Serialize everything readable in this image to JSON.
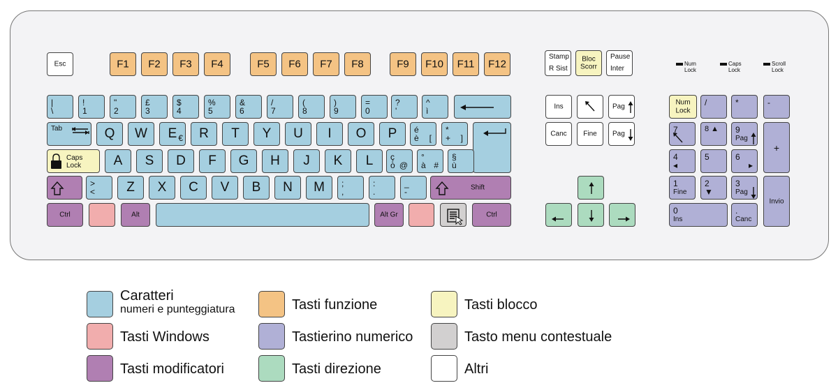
{
  "colors": {
    "char": "#a5cfe0",
    "func": "#f4c384",
    "lock": "#f7f4c0",
    "win": "#f1adad",
    "num": "#b0b0d6",
    "menu": "#d2d0d0",
    "mod": "#b07fb2",
    "dir": "#acdbbf",
    "other": "#ffffff",
    "body": "#f3f3f5"
  },
  "keyboard": {
    "keys": [
      {
        "id": "esc",
        "c": "other",
        "label": "Esc"
      },
      {
        "id": "f1",
        "c": "func",
        "label": "F1"
      },
      {
        "id": "f2",
        "c": "func",
        "label": "F2"
      },
      {
        "id": "f3",
        "c": "func",
        "label": "F3"
      },
      {
        "id": "f4",
        "c": "func",
        "label": "F4"
      },
      {
        "id": "f5",
        "c": "func",
        "label": "F5"
      },
      {
        "id": "f6",
        "c": "func",
        "label": "F6"
      },
      {
        "id": "f7",
        "c": "func",
        "label": "F7"
      },
      {
        "id": "f8",
        "c": "func",
        "label": "F8"
      },
      {
        "id": "f9",
        "c": "func",
        "label": "F9"
      },
      {
        "id": "f10",
        "c": "func",
        "label": "F10"
      },
      {
        "id": "f11",
        "c": "func",
        "label": "F11"
      },
      {
        "id": "f12",
        "c": "func",
        "label": "F12"
      },
      {
        "id": "stamp",
        "c": "other",
        "label": "",
        "sub": [
          {
            "t": "Stamp",
            "p": "tl"
          },
          {
            "t": "R Sist",
            "p": "bl"
          }
        ]
      },
      {
        "id": "bloc",
        "c": "lock",
        "label": "Bloc\nScorr"
      },
      {
        "id": "pause",
        "c": "other",
        "label": "",
        "sub": [
          {
            "t": "Pause",
            "p": "tl"
          },
          {
            "t": "Inter",
            "p": "bl"
          }
        ]
      },
      {
        "id": "bslash",
        "c": "char",
        "label": "",
        "sub": [
          {
            "t": "|",
            "p": "tl"
          },
          {
            "t": "\\",
            "p": "bl"
          }
        ]
      },
      {
        "id": "k1",
        "c": "char",
        "label": "",
        "sub": [
          {
            "t": "!",
            "p": "tl"
          },
          {
            "t": "1",
            "p": "bl"
          }
        ]
      },
      {
        "id": "k2",
        "c": "char",
        "label": "",
        "sub": [
          {
            "t": "\"",
            "p": "tl"
          },
          {
            "t": "2",
            "p": "bl"
          }
        ]
      },
      {
        "id": "k3",
        "c": "char",
        "label": "",
        "sub": [
          {
            "t": "£",
            "p": "tl"
          },
          {
            "t": "3",
            "p": "bl"
          }
        ]
      },
      {
        "id": "k4",
        "c": "char",
        "label": "",
        "sub": [
          {
            "t": "$",
            "p": "tl"
          },
          {
            "t": "4",
            "p": "bl"
          }
        ]
      },
      {
        "id": "k5",
        "c": "char",
        "label": "",
        "sub": [
          {
            "t": "%",
            "p": "tl"
          },
          {
            "t": "5",
            "p": "bl"
          }
        ]
      },
      {
        "id": "k6",
        "c": "char",
        "label": "",
        "sub": [
          {
            "t": "&",
            "p": "tl"
          },
          {
            "t": "6",
            "p": "bl"
          }
        ]
      },
      {
        "id": "k7",
        "c": "char",
        "label": "",
        "sub": [
          {
            "t": "/",
            "p": "tl"
          },
          {
            "t": "7",
            "p": "bl"
          }
        ]
      },
      {
        "id": "k8",
        "c": "char",
        "label": "",
        "sub": [
          {
            "t": "(",
            "p": "tl"
          },
          {
            "t": "8",
            "p": "bl"
          }
        ]
      },
      {
        "id": "k9",
        "c": "char",
        "label": "",
        "sub": [
          {
            "t": ")",
            "p": "tl"
          },
          {
            "t": "9",
            "p": "bl"
          }
        ]
      },
      {
        "id": "k0",
        "c": "char",
        "label": "",
        "sub": [
          {
            "t": "=",
            "p": "tl"
          },
          {
            "t": "0",
            "p": "bl"
          }
        ]
      },
      {
        "id": "kq",
        "c": "char",
        "label": "",
        "sub": [
          {
            "t": "?",
            "p": "tl"
          },
          {
            "t": "'",
            "p": "bl"
          }
        ]
      },
      {
        "id": "ki",
        "c": "char",
        "label": "",
        "sub": [
          {
            "t": "^",
            "p": "tl"
          },
          {
            "t": "ì",
            "p": "bl"
          }
        ]
      },
      {
        "id": "back",
        "c": "char",
        "label": "",
        "icon": "backspace-arrow-icon"
      },
      {
        "id": "tab",
        "c": "char",
        "label": "",
        "icon": "tab-arrows-icon",
        "sub": [
          {
            "t": "Tab",
            "p": "tl"
          }
        ]
      },
      {
        "id": "q",
        "c": "char",
        "label": "Q"
      },
      {
        "id": "w",
        "c": "char",
        "label": "W"
      },
      {
        "id": "e",
        "c": "char",
        "label": "E",
        "sub": [
          {
            "t": "€",
            "p": "br"
          }
        ]
      },
      {
        "id": "r",
        "c": "char",
        "label": "R"
      },
      {
        "id": "t",
        "c": "char",
        "label": "T"
      },
      {
        "id": "y",
        "c": "char",
        "label": "Y"
      },
      {
        "id": "u",
        "c": "char",
        "label": "U"
      },
      {
        "id": "i",
        "c": "char",
        "label": "I"
      },
      {
        "id": "o",
        "c": "char",
        "label": "O"
      },
      {
        "id": "p",
        "c": "char",
        "label": "P"
      },
      {
        "id": "egrave",
        "c": "char",
        "label": "",
        "sub": [
          {
            "t": "é",
            "p": "tl"
          },
          {
            "t": "è",
            "p": "bl"
          },
          {
            "t": "[",
            "p": "br"
          }
        ]
      },
      {
        "id": "plus",
        "c": "char",
        "label": "",
        "sub": [
          {
            "t": "*",
            "p": "tl"
          },
          {
            "t": "+",
            "p": "bl"
          },
          {
            "t": "]",
            "p": "br"
          }
        ]
      },
      {
        "id": "enter",
        "c": "char",
        "label": "",
        "icon": "enter-arrow-icon"
      },
      {
        "id": "caps",
        "c": "lock",
        "label": "",
        "icon": "lock-icon",
        "sub": [
          {
            "t": "Caps",
            "p": "cr1"
          },
          {
            "t": "Lock",
            "p": "cr2"
          }
        ]
      },
      {
        "id": "a",
        "c": "char",
        "label": "A"
      },
      {
        "id": "s",
        "c": "char",
        "label": "S"
      },
      {
        "id": "d",
        "c": "char",
        "label": "D"
      },
      {
        "id": "f",
        "c": "char",
        "label": "F"
      },
      {
        "id": "g",
        "c": "char",
        "label": "G"
      },
      {
        "id": "h",
        "c": "char",
        "label": "H"
      },
      {
        "id": "j",
        "c": "char",
        "label": "J"
      },
      {
        "id": "k",
        "c": "char",
        "label": "K"
      },
      {
        "id": "l",
        "c": "char",
        "label": "L"
      },
      {
        "id": "ograve",
        "c": "char",
        "label": "",
        "sub": [
          {
            "t": "ç",
            "p": "tl"
          },
          {
            "t": "ò",
            "p": "bl"
          },
          {
            "t": "@",
            "p": "br"
          }
        ]
      },
      {
        "id": "agrave",
        "c": "char",
        "label": "",
        "sub": [
          {
            "t": "°",
            "p": "tl"
          },
          {
            "t": "à",
            "p": "bl"
          },
          {
            "t": "#",
            "p": "br"
          }
        ]
      },
      {
        "id": "ugrave",
        "c": "char",
        "label": "",
        "sub": [
          {
            "t": "§",
            "p": "tl"
          },
          {
            "t": "ù",
            "p": "bl"
          }
        ]
      },
      {
        "id": "lshift",
        "c": "mod",
        "label": "",
        "icon": "shift-arrow-icon"
      },
      {
        "id": "lt",
        "c": "char",
        "label": "",
        "sub": [
          {
            "t": ">",
            "p": "tl"
          },
          {
            "t": "<",
            "p": "bl"
          }
        ]
      },
      {
        "id": "z",
        "c": "char",
        "label": "Z"
      },
      {
        "id": "x",
        "c": "char",
        "label": "X"
      },
      {
        "id": "c",
        "c": "char",
        "label": "C"
      },
      {
        "id": "v",
        "c": "char",
        "label": "V"
      },
      {
        "id": "b",
        "c": "char",
        "label": "B"
      },
      {
        "id": "n",
        "c": "char",
        "label": "N"
      },
      {
        "id": "m",
        "c": "char",
        "label": "M"
      },
      {
        "id": "comma",
        "c": "char",
        "label": "",
        "sub": [
          {
            "t": ";",
            "p": "tl"
          },
          {
            "t": ",",
            "p": "bl"
          }
        ]
      },
      {
        "id": "period",
        "c": "char",
        "label": "",
        "sub": [
          {
            "t": ":",
            "p": "tl"
          },
          {
            "t": ".",
            "p": "bl"
          }
        ]
      },
      {
        "id": "minus",
        "c": "char",
        "label": "",
        "sub": [
          {
            "t": "_",
            "p": "tl"
          },
          {
            "t": "-",
            "p": "bl"
          }
        ]
      },
      {
        "id": "rshift",
        "c": "mod",
        "label": "Shift",
        "icon": "shift-arrow-icon"
      },
      {
        "id": "lctrl",
        "c": "mod",
        "label": "Ctrl"
      },
      {
        "id": "lwin",
        "c": "win",
        "label": ""
      },
      {
        "id": "alt",
        "c": "mod",
        "label": "Alt"
      },
      {
        "id": "space",
        "c": "char",
        "label": ""
      },
      {
        "id": "altgr",
        "c": "mod",
        "label": "Alt Gr"
      },
      {
        "id": "rwin",
        "c": "win",
        "label": ""
      },
      {
        "id": "menu",
        "c": "menu",
        "label": "",
        "icon": "context-menu-icon"
      },
      {
        "id": "rctrl",
        "c": "mod",
        "label": "Ctrl"
      },
      {
        "id": "ins",
        "c": "other",
        "label": "Ins"
      },
      {
        "id": "home",
        "c": "other",
        "label": "",
        "icon": "home-arrow-icon"
      },
      {
        "id": "pgup",
        "c": "other",
        "label": "Pag",
        "icon": "up-arrow-icon"
      },
      {
        "id": "canc",
        "c": "other",
        "label": "Canc"
      },
      {
        "id": "fine",
        "c": "other",
        "label": "Fine"
      },
      {
        "id": "pgdn",
        "c": "other",
        "label": "Pag",
        "icon": "down-arrow-icon"
      },
      {
        "id": "up",
        "c": "dir",
        "label": "",
        "icon": "up-arrow-icon"
      },
      {
        "id": "left",
        "c": "dir",
        "label": "",
        "icon": "left-arrow-icon"
      },
      {
        "id": "down",
        "c": "dir",
        "label": "",
        "icon": "down-arrow-icon"
      },
      {
        "id": "right",
        "c": "dir",
        "label": "",
        "icon": "right-arrow-icon"
      },
      {
        "id": "numlock",
        "c": "lock",
        "label": "Num\nLock"
      },
      {
        "id": "ndiv",
        "c": "num",
        "label": "",
        "sub": [
          {
            "t": "/",
            "p": "tl"
          }
        ]
      },
      {
        "id": "nmul",
        "c": "num",
        "label": "",
        "sub": [
          {
            "t": "*",
            "p": "tl"
          }
        ]
      },
      {
        "id": "nsub",
        "c": "num",
        "label": "",
        "sub": [
          {
            "t": "-",
            "p": "tl"
          }
        ]
      },
      {
        "id": "n7",
        "c": "num",
        "label": "",
        "icon": "home-arrow-icon",
        "sub": [
          {
            "t": "7",
            "p": "tl"
          }
        ]
      },
      {
        "id": "n8",
        "c": "num",
        "label": "",
        "sub": [
          {
            "t": "8 ▲",
            "p": "tl"
          }
        ]
      },
      {
        "id": "n9",
        "c": "num",
        "label": "",
        "icon": "up-arrow-icon",
        "sub": [
          {
            "t": "9",
            "p": "tl"
          },
          {
            "t": "Pag",
            "p": "bl"
          }
        ]
      },
      {
        "id": "nadd",
        "c": "num",
        "label": "+"
      },
      {
        "id": "n4",
        "c": "num",
        "label": "",
        "sub": [
          {
            "t": "4",
            "p": "tl"
          },
          {
            "t": "◂",
            "p": "bl"
          }
        ]
      },
      {
        "id": "n5",
        "c": "num",
        "label": "",
        "sub": [
          {
            "t": "5",
            "p": "tl"
          }
        ]
      },
      {
        "id": "n6",
        "c": "num",
        "label": "",
        "sub": [
          {
            "t": "6",
            "p": "tl"
          },
          {
            "t": "▸",
            "p": "br"
          }
        ]
      },
      {
        "id": "n1",
        "c": "num",
        "label": "",
        "sub": [
          {
            "t": "1",
            "p": "tl"
          },
          {
            "t": "Fine",
            "p": "bl"
          }
        ]
      },
      {
        "id": "n2",
        "c": "num",
        "label": "",
        "sub": [
          {
            "t": "2",
            "p": "tl"
          },
          {
            "t": "▼",
            "p": "bl"
          }
        ]
      },
      {
        "id": "n3",
        "c": "num",
        "label": "",
        "icon": "down-arrow-icon",
        "sub": [
          {
            "t": "3",
            "p": "tl"
          },
          {
            "t": "Pag",
            "p": "bl"
          }
        ]
      },
      {
        "id": "nenter",
        "c": "num",
        "label": "Invio"
      },
      {
        "id": "n0",
        "c": "num",
        "label": "",
        "sub": [
          {
            "t": "0",
            "p": "tl"
          },
          {
            "t": "Ins",
            "p": "bl"
          }
        ]
      },
      {
        "id": "ndot",
        "c": "num",
        "label": "",
        "sub": [
          {
            "t": ".",
            "p": "tl"
          },
          {
            "t": "Canc",
            "p": "bl"
          }
        ]
      }
    ],
    "leds": [
      {
        "id": "led-num",
        "label": "Num\nLock"
      },
      {
        "id": "led-caps",
        "label": "Caps\nLock"
      },
      {
        "id": "led-scroll",
        "label": "Scroll\nLock"
      }
    ]
  },
  "legend": {
    "items": [
      {
        "c": "char",
        "label": "Caratteri",
        "sublabel": "numeri e punteggiatura"
      },
      {
        "c": "func",
        "label": "Tasti funzione"
      },
      {
        "c": "lock",
        "label": "Tasti blocco"
      },
      {
        "c": "win",
        "label": "Tasti  Windows"
      },
      {
        "c": "num",
        "label": "Tastierino numerico"
      },
      {
        "c": "menu",
        "label": "Tasto menu contestuale"
      },
      {
        "c": "mod",
        "label": "Tasti modificatori"
      },
      {
        "c": "dir",
        "label": "Tasti direzione"
      },
      {
        "c": "other",
        "label": "Altri"
      }
    ]
  }
}
